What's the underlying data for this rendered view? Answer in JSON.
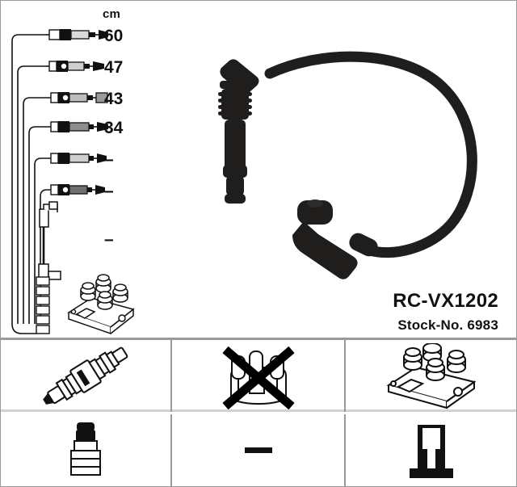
{
  "product": {
    "name": "RC-VX1202",
    "stock_label": "Stock-No. 6983"
  },
  "lengths": {
    "unit_header": "cm",
    "rows": [
      {
        "label": "60",
        "type": "cable"
      },
      {
        "label": "47",
        "type": "cable"
      },
      {
        "label": "43",
        "type": "cable"
      },
      {
        "label": "34",
        "type": "cable"
      },
      {
        "label": "–",
        "type": "cable"
      },
      {
        "label": "–",
        "type": "cable"
      },
      {
        "label": "–",
        "type": "short-jumper-cable"
      }
    ]
  },
  "diagram": {
    "cable_set_name": "ignition-cable-set",
    "coil_pack_name": "ignition-coil-pack",
    "photo_caption": "ignition cable with spark plug boot and angled connector"
  },
  "panels": {
    "row1": [
      {
        "icon": "spark-plug-icon",
        "label": ""
      },
      {
        "icon": "distributor-cap-crossed-out-icon",
        "label": ""
      },
      {
        "icon": "ignition-coil-pack-icon",
        "label": ""
      }
    ],
    "row2": [
      {
        "icon": "spark-plug-boot-icon",
        "label": ""
      },
      {
        "icon": "dash-icon",
        "label": "–"
      },
      {
        "icon": "coil-terminal-connector-icon",
        "label": ""
      }
    ]
  },
  "colors": {
    "ink": "#111111",
    "frame": "#9a9a9a",
    "divider": "#d2d2d2",
    "background": "#ffffff"
  }
}
